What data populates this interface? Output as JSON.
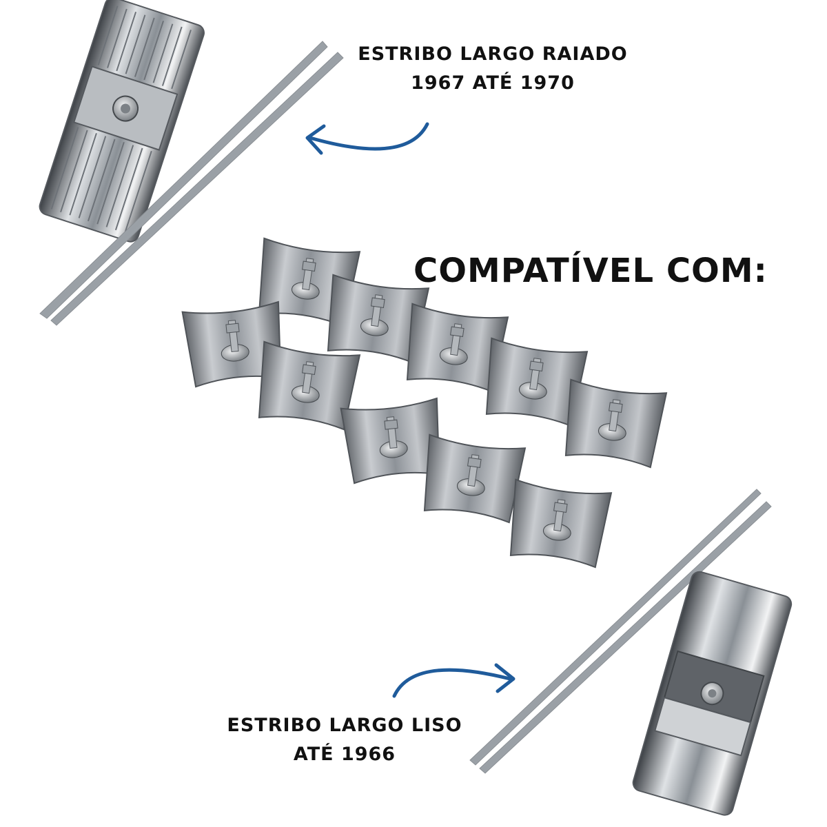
{
  "captions": {
    "top_line1": "ESTRIBO LARGO RAIADO",
    "top_line2": "1967 ATÉ 1970",
    "center": "COMPATÍVEL COM:",
    "bottom_line1": "ESTRIBO LARGO LISO",
    "bottom_line2": "ATÉ 1966"
  },
  "colors": {
    "arrow": "#1f5b9b",
    "text": "#111111",
    "metal_light": "#e6e8ea",
    "metal_dark": "#55595e"
  },
  "icons": {
    "top_arrow": "curved-arrow-left-icon",
    "bottom_arrow": "curved-arrow-right-icon"
  }
}
